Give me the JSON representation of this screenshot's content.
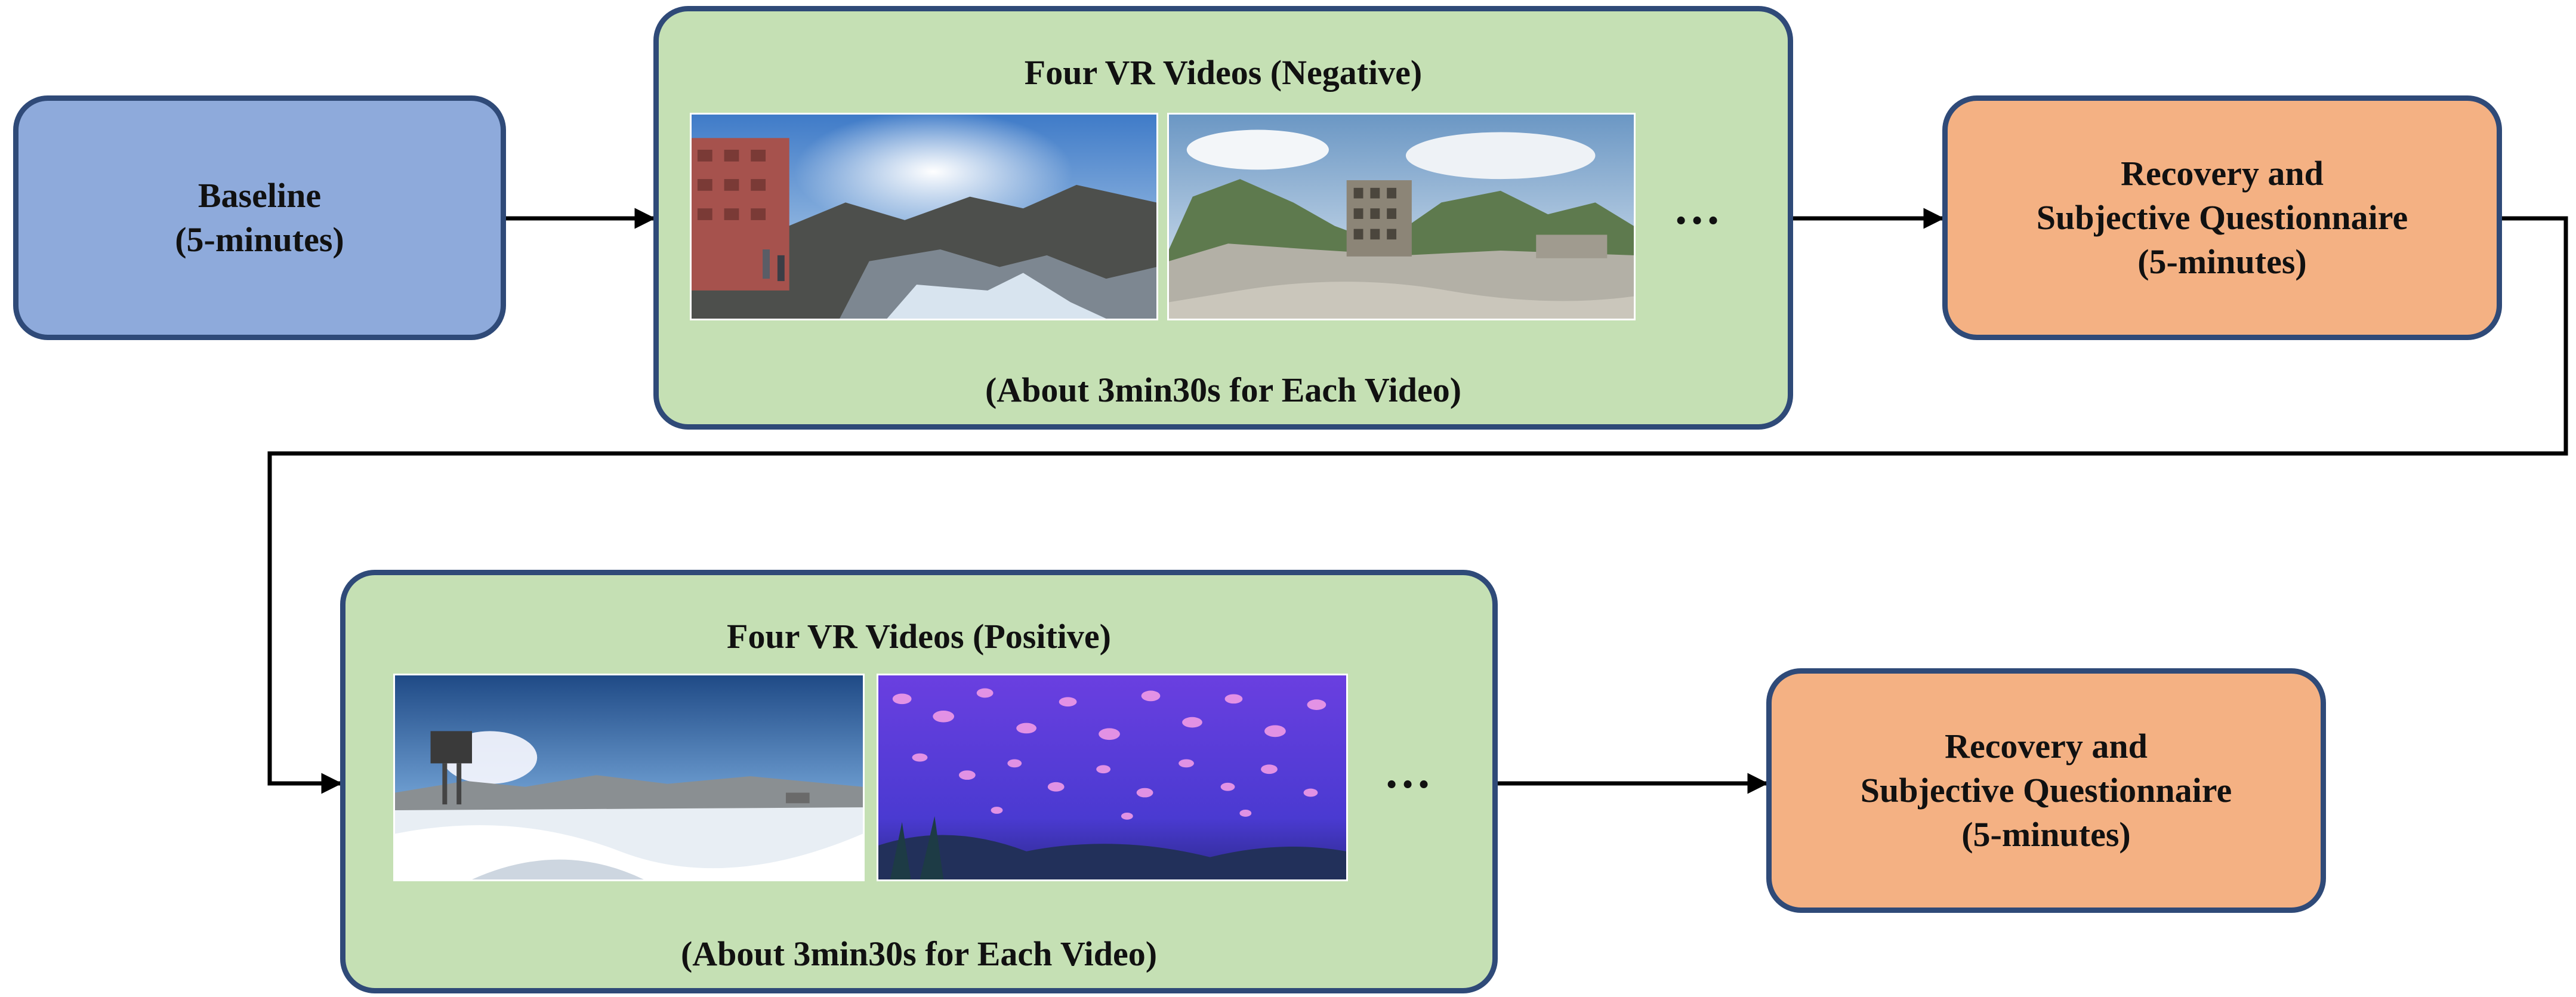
{
  "baseline": {
    "line1": "Baseline",
    "line2": "(5-minutes)"
  },
  "negative_block": {
    "title": "Four VR Videos (Negative)",
    "duration": "(About 3min30s for Each Video)",
    "ellipsis": "…",
    "thumbnails": [
      "urban-ruins-panorama",
      "abandoned-building-valley-panorama"
    ]
  },
  "recovery_1": {
    "line1": "Recovery and",
    "line2": "Subjective Questionnaire",
    "line3": "(5-minutes)"
  },
  "positive_block": {
    "title": "Four VR Videos (Positive)",
    "duration": "(About 3min30s for Each Video)",
    "ellipsis": "…",
    "thumbnails": [
      "snowy-mountain-panorama",
      "underwater-jellyfish-panorama"
    ]
  },
  "recovery_2": {
    "line1": "Recovery and",
    "line2": "Subjective Questionnaire",
    "line3": "(5-minutes)"
  },
  "colors": {
    "baseline_fill": "#8eaadb",
    "video_block_fill": "#c5e0b4",
    "recovery_fill": "#f4b183",
    "border": "#2f4a78",
    "arrow": "#000000"
  }
}
